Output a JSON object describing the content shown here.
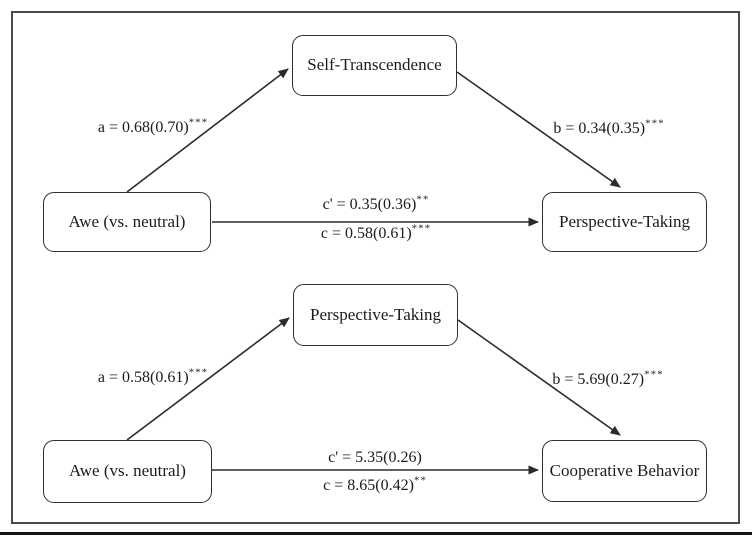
{
  "figure": {
    "background": "#ffffff",
    "border_color": "#4b4b4b",
    "line_color": "#2b2b2b",
    "page_rule_color": "#141414",
    "diagrams": [
      {
        "id": "model-1",
        "predictor": "Awe (vs. neutral)",
        "mediator": "Self-Transcendence",
        "outcome": "Perspective-Taking",
        "path_a": {
          "text": "a = 0.68(0.70)",
          "stars": "***"
        },
        "path_b": {
          "text": "b = 0.34(0.35)",
          "stars": "***"
        },
        "path_c_prime": {
          "text": "c' = 0.35(0.36)",
          "stars": "**"
        },
        "path_c": {
          "text": "c = 0.58(0.61)",
          "stars": "***"
        }
      },
      {
        "id": "model-2",
        "predictor": "Awe (vs. neutral)",
        "mediator": "Perspective-Taking",
        "outcome": "Cooperative Behavior",
        "path_a": {
          "text": "a = 0.58(0.61)",
          "stars": "***"
        },
        "path_b": {
          "text": "b = 5.69(0.27)",
          "stars": "***"
        },
        "path_c_prime": {
          "text": "c' = 5.35(0.26)",
          "stars": ""
        },
        "path_c": {
          "text": "c = 8.65(0.42)",
          "stars": "**"
        }
      }
    ]
  }
}
